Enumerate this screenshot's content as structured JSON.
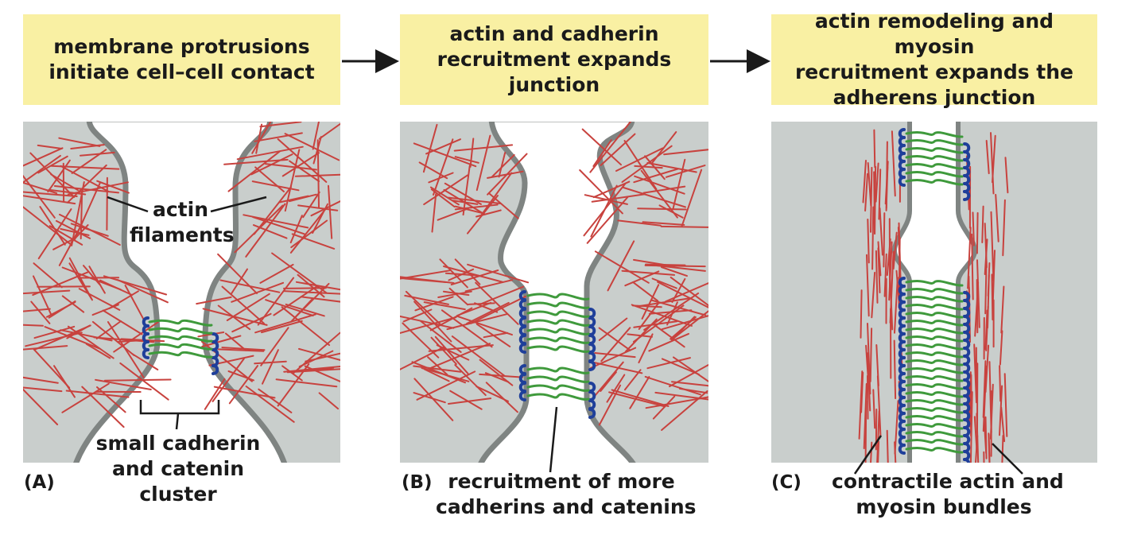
{
  "headers": [
    {
      "lines": [
        "membrane protrusions",
        "initiate cell–cell contact"
      ]
    },
    {
      "lines": [
        "actin and cadherin",
        "recruitment expands",
        "junction"
      ]
    },
    {
      "lines": [
        "actin remodeling and myosin",
        "recruitment expands the",
        "adherens junction"
      ]
    }
  ],
  "panels": [
    {
      "letter": "(A)"
    },
    {
      "letter": "(B)"
    },
    {
      "letter": "(C)"
    }
  ],
  "labels": {
    "actin_filaments": [
      "actin",
      "filaments"
    ],
    "small_cluster": [
      "small cadherin",
      "and catenin",
      "cluster"
    ],
    "recruitment_more": [
      "recruitment of more",
      "cadherins and catenins"
    ],
    "contractile": [
      "contractile actin and",
      "myosin bundles"
    ]
  },
  "colors": {
    "header_bg": "#f9f0a3",
    "cytoplasm": "#c9cecc",
    "membrane": "#7f8482",
    "actin": "#c8423e",
    "cadherin": "#3f9a3c",
    "catenin": "#1f3f9a",
    "leader": "#1a1a1a"
  }
}
